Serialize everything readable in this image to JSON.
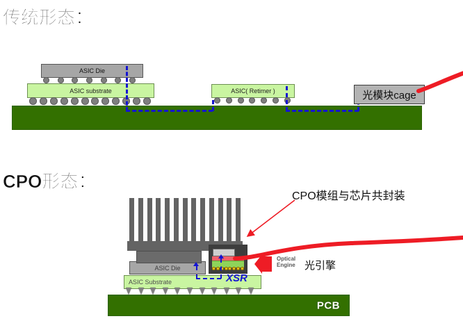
{
  "sections": {
    "traditional": {
      "title": "传统形态：",
      "asic_die": "ASIC Die",
      "asic_substrate": "ASIC substrate",
      "retimer": "ASIC( Retimer )",
      "optical_cage": "光模块cage"
    },
    "cpo": {
      "title": "CPO形态：",
      "annotation": "CPO模组与芯片共封装",
      "asic_die": "ASIC Die",
      "asic_substrate": "ASIC Substrate",
      "xsr": "XSR",
      "optical_engine_en_line1": "Optical",
      "optical_engine_en_line2": "Engine",
      "optical_engine_cn": "光引擎",
      "pcb": "PCB"
    }
  },
  "colors": {
    "pcb_green": "#337000",
    "substrate_green": "#c9f5a1",
    "die_gray": "#a6a6a6",
    "cage_gray": "#b3b3b3",
    "trace_blue": "#1414d2",
    "fiber_red": "#ee1c25",
    "heatsink_gray": "#636363",
    "module_red": "#f4606a",
    "module_green": "#8ed45a"
  },
  "counts": {
    "heatsink_fins": 13,
    "die_balls": 7,
    "substrate_balls": 12,
    "retimer_balls": 7,
    "cpo_bumps": 11,
    "module_pins": 8
  }
}
